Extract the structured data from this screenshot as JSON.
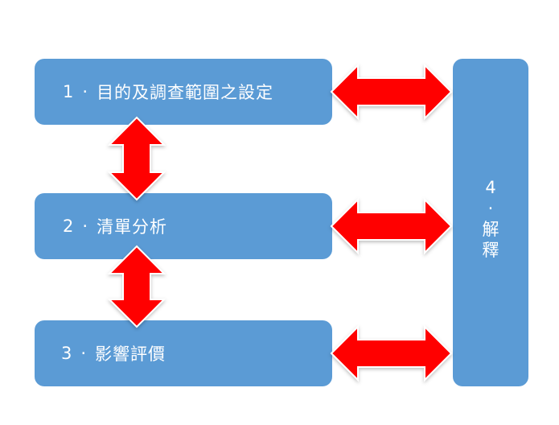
{
  "stages": [
    {
      "number": "1",
      "label": "目的及調查範圍之設定"
    },
    {
      "number": "2",
      "label": "清單分析"
    },
    {
      "number": "3",
      "label": "影響評價"
    }
  ],
  "interpretation": {
    "number": "4",
    "label_chars": [
      "解",
      "釋"
    ]
  },
  "separator": "·",
  "colors": {
    "box_fill": "#5b9bd5",
    "arrow_fill": "#ff0000",
    "arrow_stroke": "#ffffff"
  },
  "arrow_icon": "double-headed-arrow"
}
